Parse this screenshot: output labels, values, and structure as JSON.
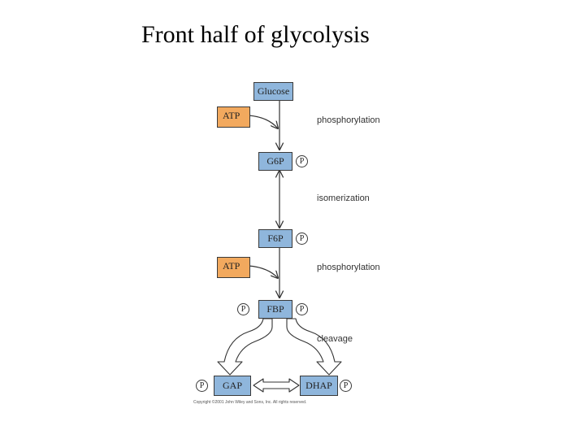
{
  "title": "Front half of glycolysis",
  "molecules": {
    "glucose": "Glucose",
    "g6p": "G6P",
    "f6p": "F6P",
    "fbp": "FBP",
    "gap": "GAP",
    "dhap": "DHAP"
  },
  "cofactors": {
    "atp1": "ATP",
    "atp2": "ATP"
  },
  "phosphate_label": "P",
  "steps": {
    "step1": "phosphorylation",
    "step2": "isomerization",
    "step3": "phosphorylation",
    "step4": "cleavage"
  },
  "copyright": "Copyright ©2001 John Wiley and Sons, Inc. All rights reserved.",
  "colors": {
    "molecule_fill": "#8fb6dc",
    "atp_fill": "#f2a95e",
    "outline": "#3a3a3a"
  }
}
